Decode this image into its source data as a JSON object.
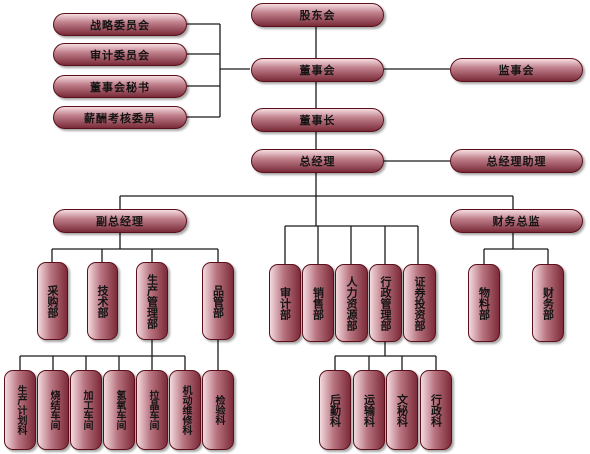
{
  "nodes": {
    "shareholders": "股东会",
    "board": "董事会",
    "supervisors": "监事会",
    "chairman": "董事长",
    "gm": "总经理",
    "gm_assistant": "总经理助理",
    "strategy_committee": "战略委员会",
    "audit_committee": "审计委员会",
    "board_secretary": "董事会秘书",
    "compensation_committee": "薪酬考核委员",
    "deputy_gm": "副总经理",
    "finance_director": "财务总监",
    "procurement": "采购部",
    "technical": "技术部",
    "production_mgmt": "生产管理部",
    "quality_mgmt": "品管部",
    "audit_dept": "审计部",
    "sales_dept": "销售部",
    "hr_dept": "人力资源部",
    "admin_mgmt": "行政管理部",
    "securities_dept": "证券投资部",
    "materials_dept": "物料部",
    "finance_dept": "财务部",
    "production_planning": "生产计划科",
    "sintering": "烧结车间",
    "machining": "加工车间",
    "hydrogen_oxygen": "氢氧车间",
    "crystal_pulling": "拉晶车间",
    "equipment_maintenance": "机动维修科",
    "inspection": "检验科",
    "logistics": "后勤科",
    "transport": "运输科",
    "secretarial": "文秘科",
    "administration": "行政科"
  }
}
